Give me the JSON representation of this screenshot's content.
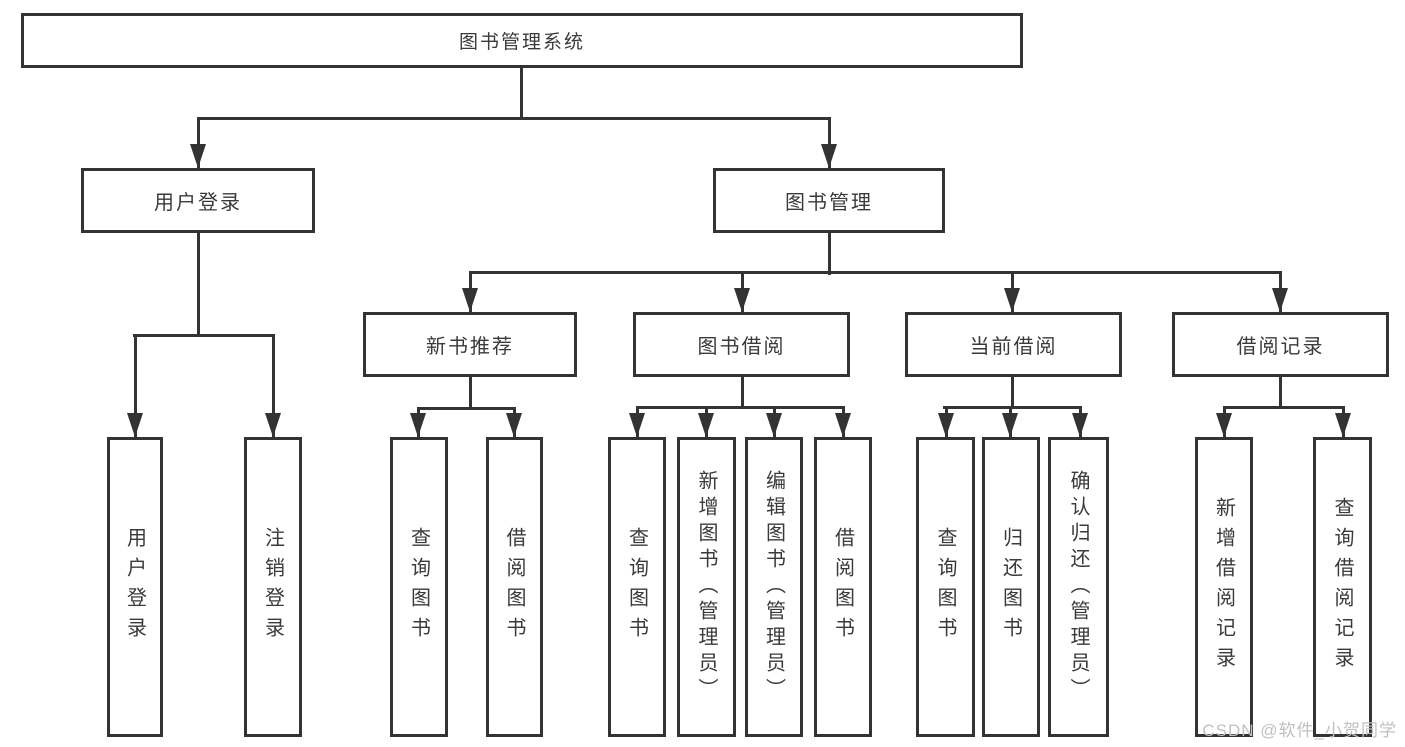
{
  "diagram": {
    "tree": {
      "root": "图书管理系统",
      "login": {
        "label": "用户登录",
        "children": [
          "用户登录",
          "注销登录"
        ]
      },
      "management": {
        "label": "图书管理",
        "modules": [
          {
            "label": "新书推荐",
            "children": [
              "查询图书",
              "借阅图书"
            ]
          },
          {
            "label": "图书借阅",
            "children": [
              "查询图书",
              "新增图书（管理员）",
              "编辑图书（管理员）",
              "借阅图书"
            ]
          },
          {
            "label": "当前借阅",
            "children": [
              "查询图书",
              "归还图书",
              "确认归还（管理员）"
            ]
          },
          {
            "label": "借阅记录",
            "children": [
              "新增借阅记录",
              "查询借阅记录"
            ]
          }
        ]
      }
    },
    "colors": {
      "line": "#333333",
      "text": "#3a3a3a",
      "background": "#ffffff",
      "watermark_color": "#c0c0c0"
    }
  },
  "watermark": {
    "text": "CSDN @软件_小贺同学"
  }
}
